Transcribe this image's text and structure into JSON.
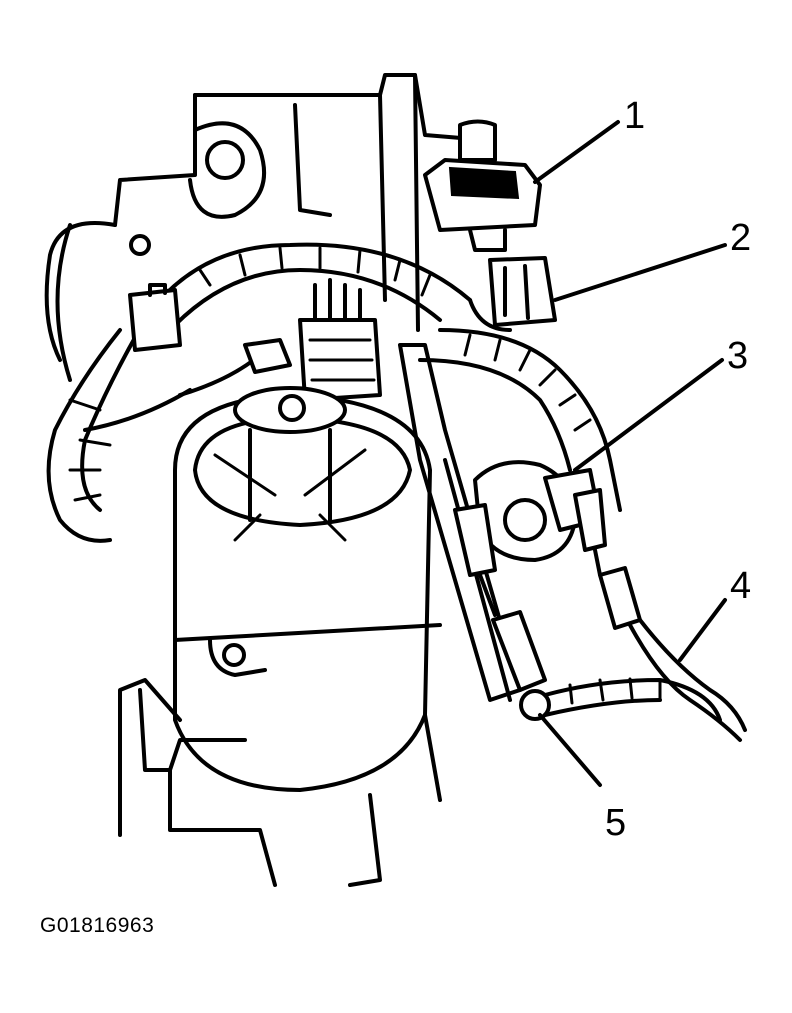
{
  "diagram": {
    "figure_id": "G01816963",
    "callouts": [
      {
        "id": "callout-1",
        "label": "1"
      },
      {
        "id": "callout-2",
        "label": "2"
      },
      {
        "id": "callout-3",
        "label": "3"
      },
      {
        "id": "callout-4",
        "label": "4"
      },
      {
        "id": "callout-5",
        "label": "5"
      }
    ]
  }
}
